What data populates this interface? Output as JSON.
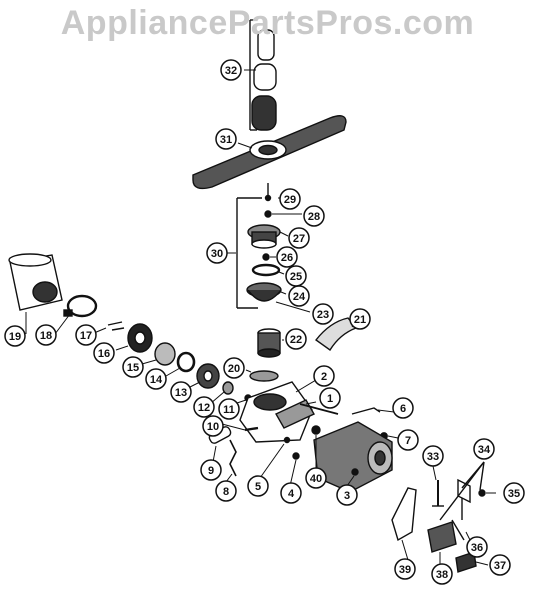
{
  "watermark": {
    "text": "AppliancePartsPros.com",
    "color": "#c9c9c9"
  },
  "callouts": [
    {
      "id": "c1",
      "label": "1"
    },
    {
      "id": "c2",
      "label": "2"
    },
    {
      "id": "c3",
      "label": "3"
    },
    {
      "id": "c4",
      "label": "4"
    },
    {
      "id": "c5",
      "label": "5"
    },
    {
      "id": "c6",
      "label": "6"
    },
    {
      "id": "c7",
      "label": "7"
    },
    {
      "id": "c8",
      "label": "8"
    },
    {
      "id": "c9",
      "label": "9"
    },
    {
      "id": "c10",
      "label": "10"
    },
    {
      "id": "c11",
      "label": "11"
    },
    {
      "id": "c12",
      "label": "12"
    },
    {
      "id": "c13",
      "label": "13"
    },
    {
      "id": "c14",
      "label": "14"
    },
    {
      "id": "c15",
      "label": "15"
    },
    {
      "id": "c16",
      "label": "16"
    },
    {
      "id": "c17",
      "label": "17"
    },
    {
      "id": "c18",
      "label": "18"
    },
    {
      "id": "c19",
      "label": "19"
    },
    {
      "id": "c20",
      "label": "20"
    },
    {
      "id": "c21",
      "label": "21"
    },
    {
      "id": "c22",
      "label": "22"
    },
    {
      "id": "c23",
      "label": "23"
    },
    {
      "id": "c24",
      "label": "24"
    },
    {
      "id": "c25",
      "label": "25"
    },
    {
      "id": "c26",
      "label": "26"
    },
    {
      "id": "c27",
      "label": "27"
    },
    {
      "id": "c28",
      "label": "28"
    },
    {
      "id": "c29",
      "label": "29"
    },
    {
      "id": "c30",
      "label": "30"
    },
    {
      "id": "c31",
      "label": "31"
    },
    {
      "id": "c32",
      "label": "32"
    },
    {
      "id": "c33",
      "label": "33"
    },
    {
      "id": "c34",
      "label": "34"
    },
    {
      "id": "c35",
      "label": "35"
    },
    {
      "id": "c36",
      "label": "36"
    },
    {
      "id": "c37",
      "label": "37"
    },
    {
      "id": "c38",
      "label": "38"
    },
    {
      "id": "c39",
      "label": "39"
    },
    {
      "id": "c40",
      "label": "40"
    }
  ]
}
